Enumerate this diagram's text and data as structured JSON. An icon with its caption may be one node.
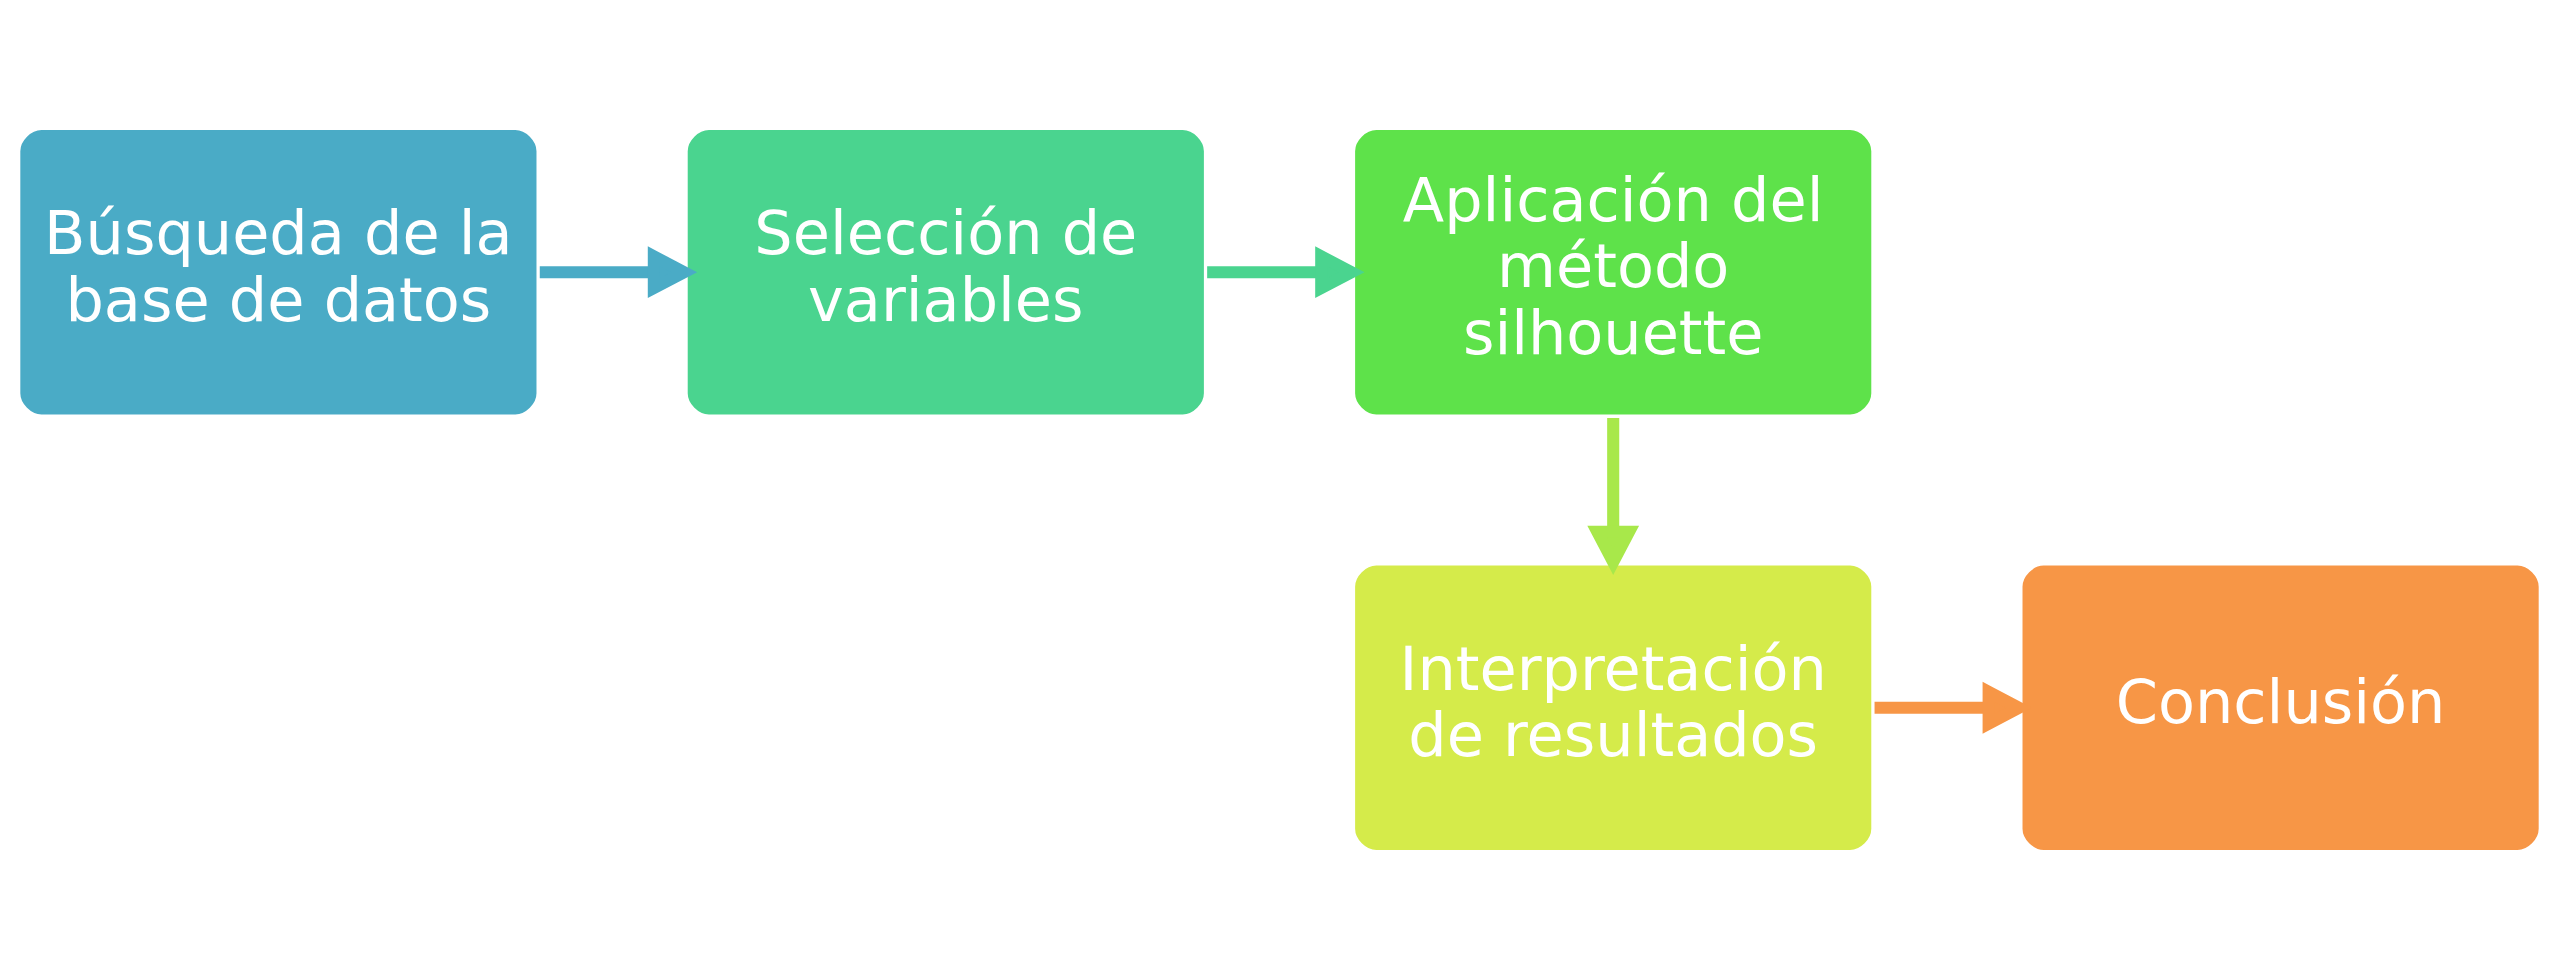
{
  "diagram": {
    "nodes": [
      {
        "text": [
          "Búsqueda de la base de datos"
        ]
      },
      {
        "text": [
          "Selección de variables"
        ]
      },
      {
        "text": [
          "Aplicación del método silhouette"
        ]
      },
      {
        "text": [
          "Interpretación de resultados"
        ]
      },
      {
        "text": [
          "Conclusión"
        ]
      }
    ],
    "edges": [
      {
        "from": 0,
        "to": 1,
        "arrow": "to",
        "color": "#4aabc6"
      },
      {
        "from": 1,
        "to": 2,
        "arrow": "to",
        "color": "#4ad48f"
      },
      {
        "from": 2,
        "to": 3,
        "arrow": "to",
        "color": "#a8e84a"
      },
      {
        "from": 3,
        "to": 4,
        "arrow": "to",
        "color": "#f79646"
      }
    ]
  }
}
